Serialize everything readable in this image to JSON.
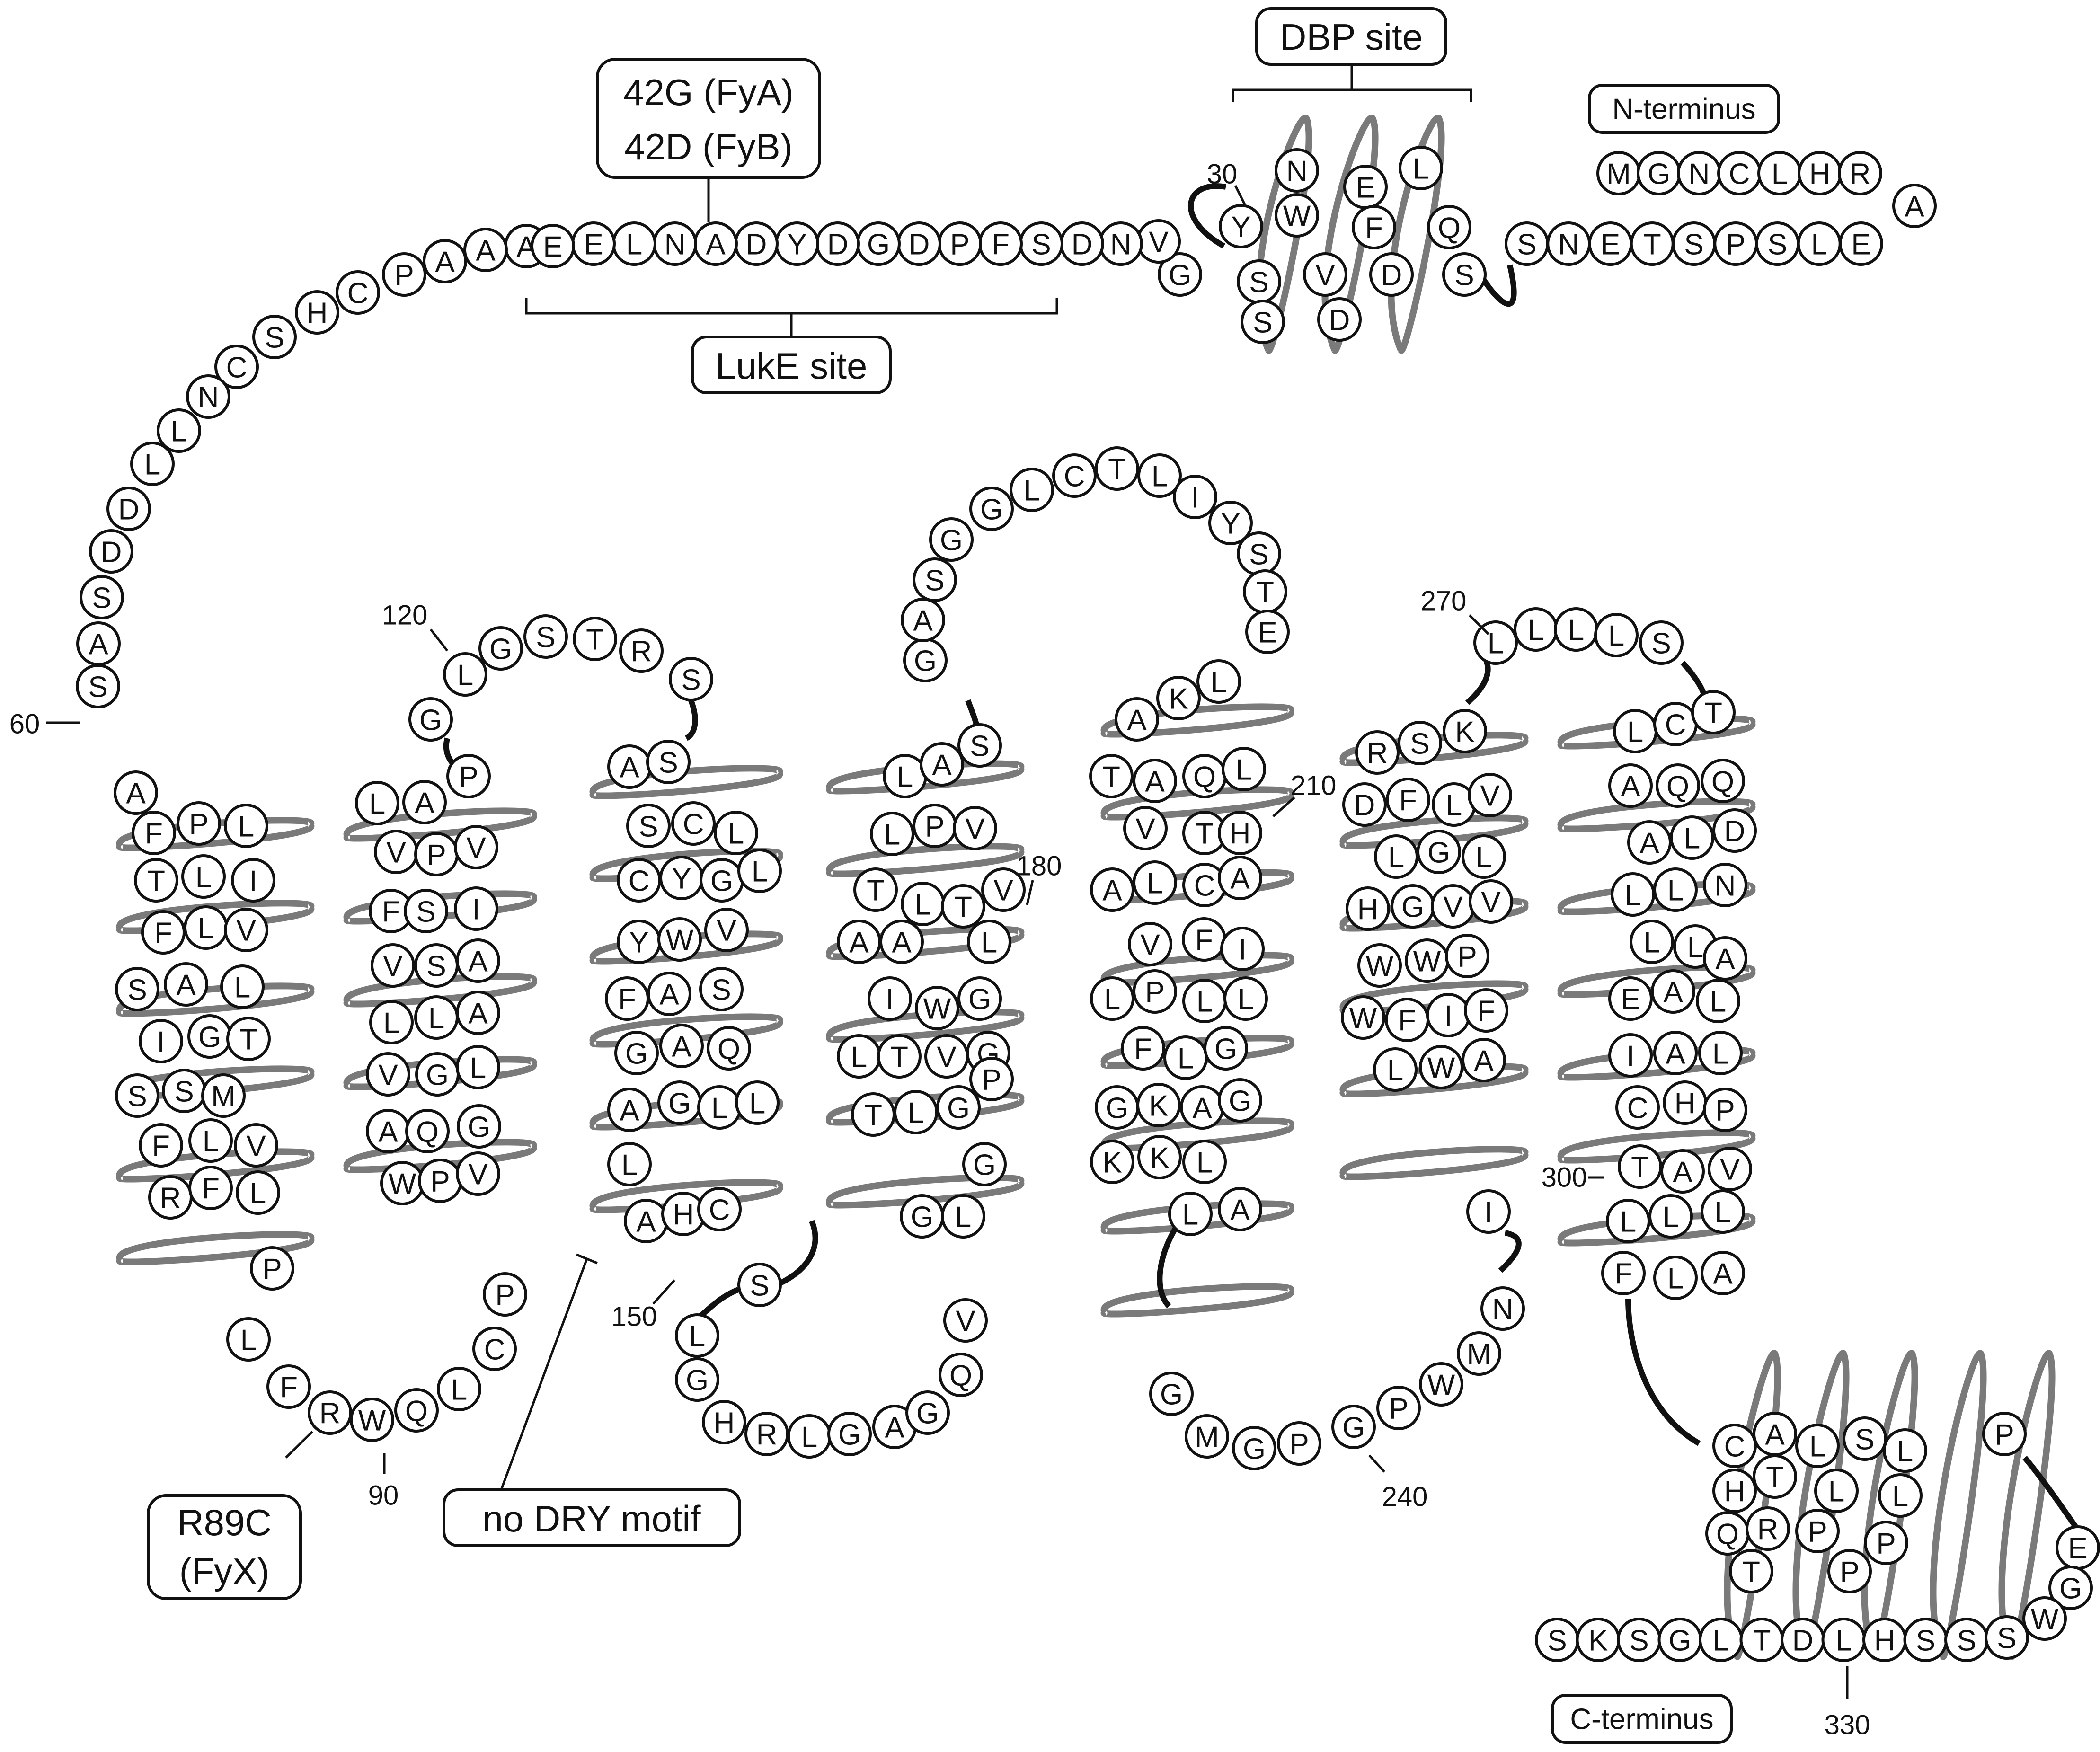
{
  "labels": {
    "fya_fyb_line1": "42G (FyA)",
    "fya_fyb_line2": "42D (FyB)",
    "dbp_site": "DBP site",
    "n_terminus": "N-terminus",
    "luke_site": "LukE site",
    "r89c_line1": "R89C",
    "r89c_line2": "(FyX)",
    "no_dry": "no DRY motif",
    "c_terminus": "C-terminus"
  },
  "numbers": {
    "n30": "30",
    "n60": "60",
    "n90": "90",
    "n120": "120",
    "n150": "150",
    "n180": "180",
    "n210": "210",
    "n240": "240",
    "n270": "270",
    "n300": "300",
    "n330": "330"
  },
  "colors": {
    "outline": "#111111",
    "helix": "#7a7a7a",
    "fill": "#ffffff"
  },
  "segments": {
    "nterm_row1": "MGNCLHR",
    "nterm_row2": "SNETSPSLE",
    "nterm_a": "A",
    "dbp_helix": "YSSWVDNEFDLQS",
    "top_chain": "GVNDSFPDGDYDANLEAAAPCHSCNLLDDSA",
    "tm1": "FPLTLIFLVSALIGTSSMFLVRFL",
    "icl1": "PLFRWQLCP",
    "tm2": "LAPVPVFSIVSALLAVGLAQGWPV",
    "ecl1": "GLGSTRS",
    "tm3": "ASSCLCYGLYWVFASGAQAGLLLAHC",
    "icl2": "SLGHRLGAGQV",
    "tm4": "LASLPVTLTVAALIWGLTVGTLGPGL",
    "ecl2": "GASGGLCTLIYSTE",
    "tm5": "AKLTAQLVTHALCAVFILPLLFLGGKAGKKLLA",
    "icl3": "GMGPGPWMNI",
    "tm6": "RSKDFLVLGLHGVVWWPWFIFLWA",
    "ecl3": "LLLLS",
    "tm7": "LCTAQQALDLLNLLAEALIALCHPTAVLLLFLA",
    "helix8": "CHQATRTLLPPSLLP",
    "cterm_link": "PEGW",
    "cterm_row": "SKSGLTDLHSS"
  }
}
